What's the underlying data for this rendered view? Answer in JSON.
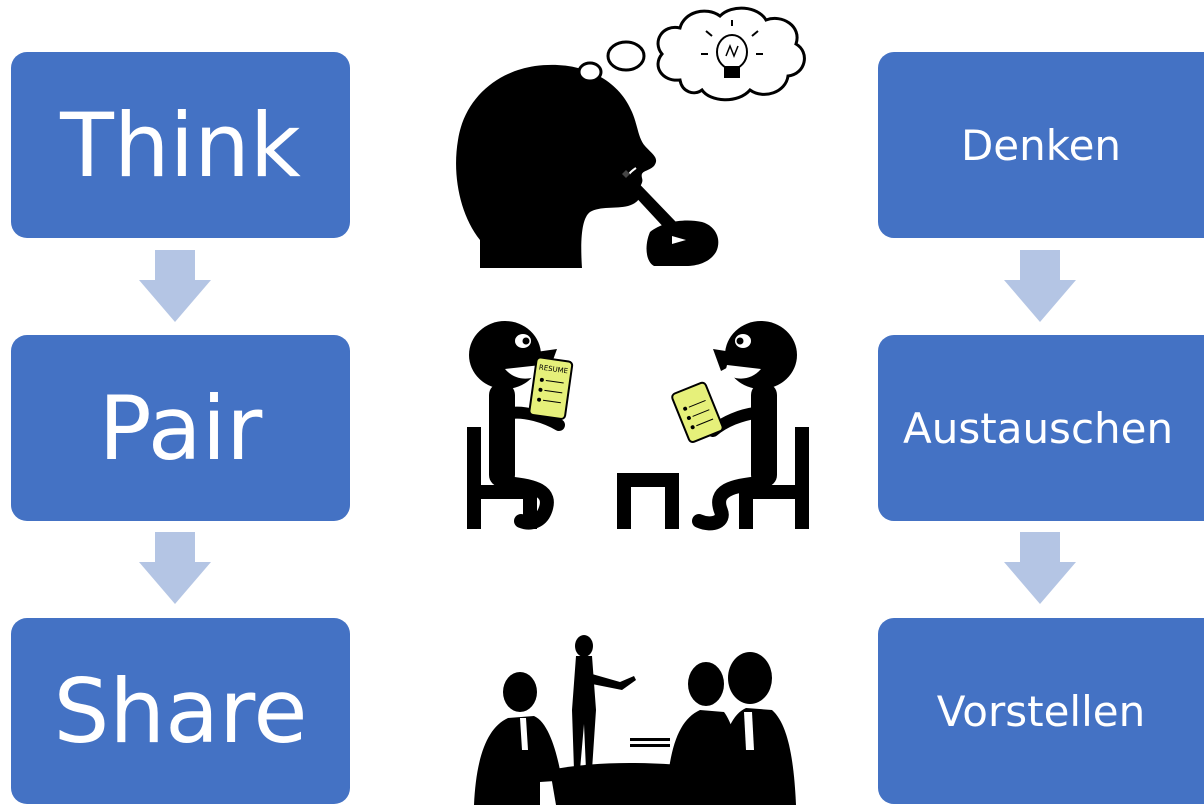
{
  "english_steps": [
    {
      "label": "Think"
    },
    {
      "label": "Pair"
    },
    {
      "label": "Share"
    }
  ],
  "german_steps": [
    {
      "label": "Denken"
    },
    {
      "label": "Austauschen"
    },
    {
      "label": "Vorstellen"
    }
  ],
  "illustrations": [
    {
      "icon": "thinking-person-icon",
      "note_text": ""
    },
    {
      "icon": "pair-discussion-icon",
      "document_text": "RESUME"
    },
    {
      "icon": "group-presentation-icon"
    }
  ],
  "colors": {
    "box_fill": "#4472c4",
    "box_text": "#ffffff",
    "arrow_fill": "#b4c5e4",
    "silhouette": "#000000",
    "paper_fill": "#e6f07a"
  }
}
